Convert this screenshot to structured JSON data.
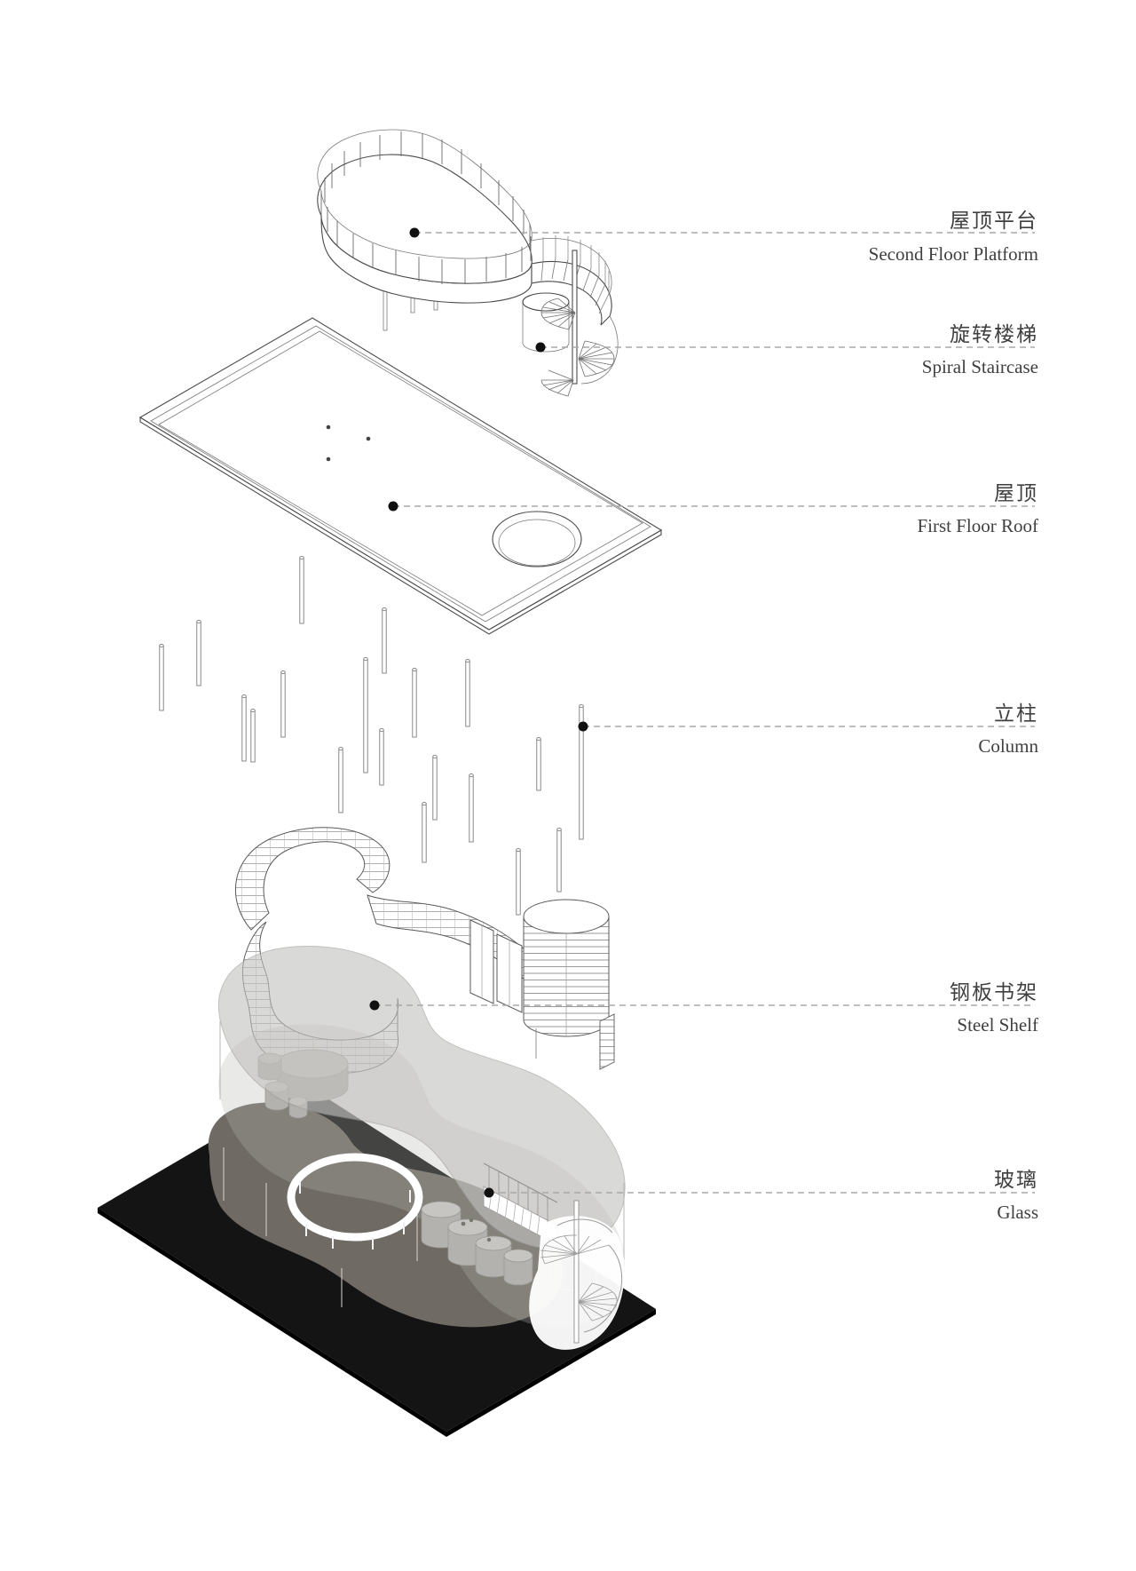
{
  "figure": {
    "type": "exploded-axonometric-architecture-diagram",
    "layers_top_to_bottom": [
      "second-floor-platform",
      "spiral-staircase",
      "first-floor-roof",
      "columns",
      "steel-shelf",
      "glass"
    ]
  },
  "labels": [
    {
      "id": "second-floor-platform",
      "zh": "屋顶平台",
      "en": "Second Floor Platform"
    },
    {
      "id": "spiral-staircase",
      "zh": "旋转楼梯",
      "en": "Spiral Staircase"
    },
    {
      "id": "first-floor-roof",
      "zh": "屋顶",
      "en": "First Floor Roof"
    },
    {
      "id": "column",
      "zh": "立柱",
      "en": "Column"
    },
    {
      "id": "steel-shelf",
      "zh": "钢板书架",
      "en": "Steel Shelf"
    },
    {
      "id": "glass",
      "zh": "玻璃",
      "en": "Glass"
    }
  ],
  "colors": {
    "background": "#ffffff",
    "linework": "#4a4a4a",
    "leader_line": "#a8a8a8",
    "anchor_dot": "#111111",
    "ground_plate": "#141414",
    "interior_floor": "#6f6a64",
    "glass_surface": "#c6c5c2",
    "furniture": "#b9b8b5",
    "label_text": "#3f3f3f"
  }
}
